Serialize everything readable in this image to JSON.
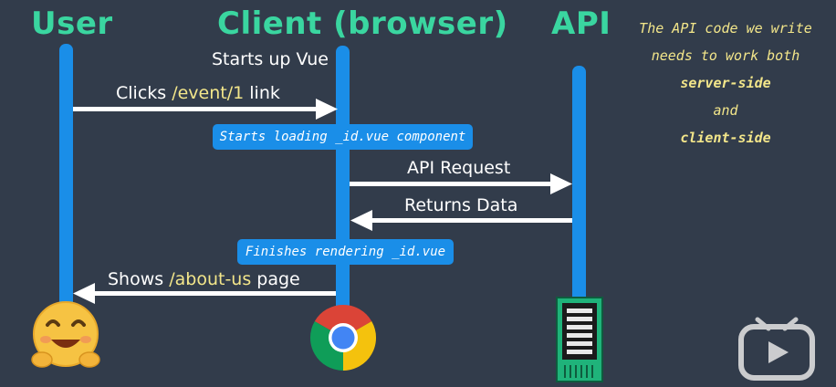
{
  "columns": {
    "user": "User",
    "client": "Client (browser)",
    "api": "API"
  },
  "steps": {
    "starts_up": "Starts up Vue",
    "clicks_pre": "Clicks ",
    "clicks_path": "/event/1",
    "clicks_post": " link",
    "starts_loading": "Starts loading _id.vue component",
    "api_request": "API Request",
    "returns_data": "Returns Data",
    "finishes_rendering": "Finishes rendering _id.vue",
    "shows_pre": "Shows ",
    "shows_path": "/about-us",
    "shows_post": " page"
  },
  "note": {
    "line1": "The API code we write",
    "line2": "needs to work both",
    "line3": "server-side",
    "line4": "and",
    "line5": "client-side"
  },
  "icons": {
    "user": "hugging-face-emoji-icon",
    "client": "chrome-logo-icon",
    "api": "server-icon",
    "watermark": "tv-play-icon"
  },
  "colors": {
    "background": "#323c4b",
    "title": "#3ad6a0",
    "lifeline": "#1a8ee8",
    "highlight": "#f3e68a",
    "arrow": "#ffffff"
  }
}
